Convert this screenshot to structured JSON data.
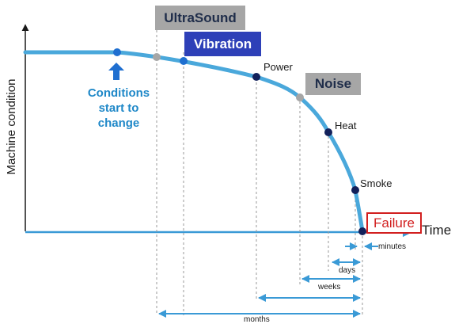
{
  "axes": {
    "y_label": "Machine condition",
    "x_label": "Time"
  },
  "techniques": {
    "ultrasound": "UltraSound",
    "vibration": "Vibration",
    "noise": "Noise"
  },
  "stages": {
    "power": "Power",
    "heat": "Heat",
    "smoke": "Smoke",
    "failure": "Failure"
  },
  "change_label": {
    "line1": "Conditions",
    "line2": "start to",
    "line3": "change"
  },
  "horizons": {
    "minutes": "minutes",
    "days": "days",
    "weeks": "weeks",
    "months": "months"
  },
  "colors": {
    "curve": "#4aa8db",
    "arrows": "#3a9ad6",
    "point_dark": "#12205a",
    "point_blue": "#1f6fd0",
    "point_gray": "#a6a6a6",
    "axis": "#1a1a1a",
    "failure": "#d21f1f"
  }
}
